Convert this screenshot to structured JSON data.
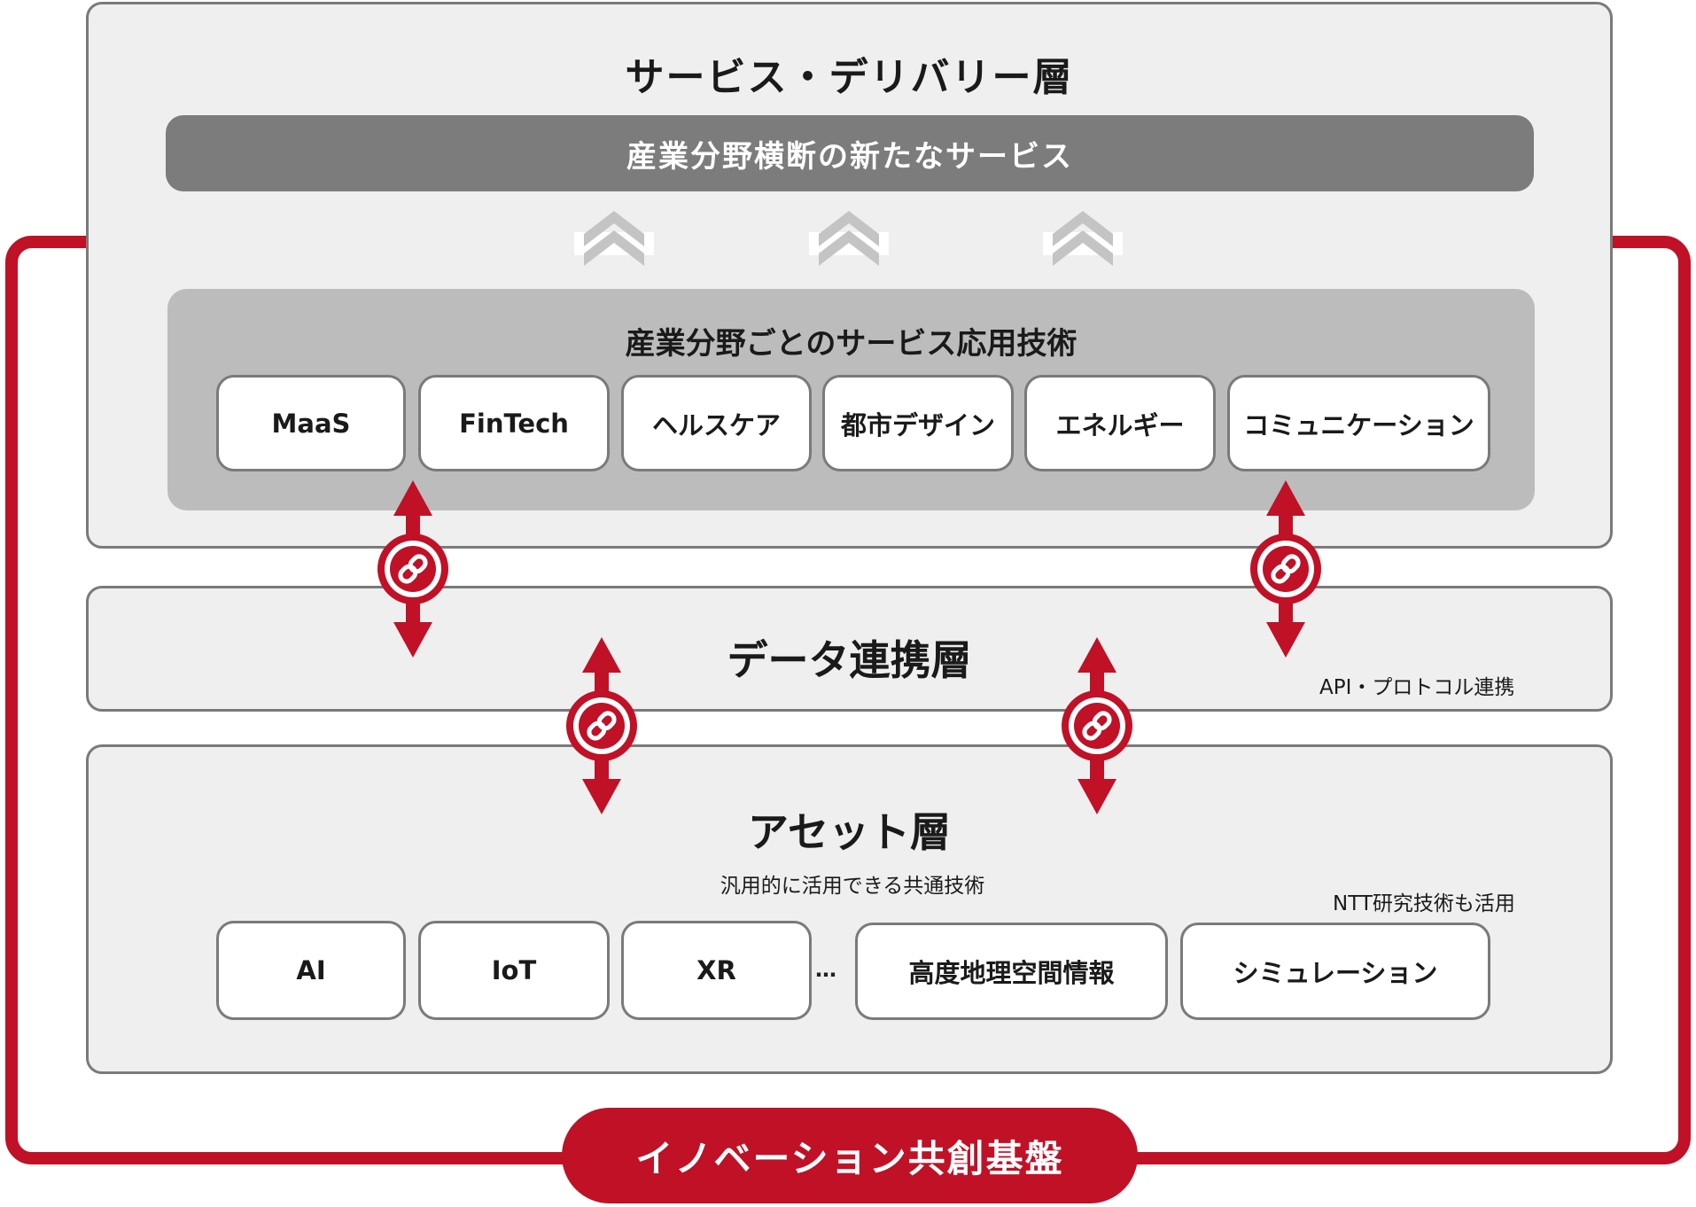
{
  "service_layer": {
    "title": "サービス・デリバリー層",
    "new_services": "産業分野横断の新たなサービス",
    "applied_tech": {
      "title": "産業分野ごとのサービス応用技術",
      "items": [
        "MaaS",
        "FinTech",
        "ヘルスケア",
        "都市デザイン",
        "エネルギー",
        "コミュニケーション"
      ]
    }
  },
  "data_layer": {
    "title": "データ連携層",
    "note": "API・プロトコル連携"
  },
  "asset_layer": {
    "title": "アセット層",
    "subtitle": "汎用的に活用できる共通技術",
    "note": "NTT研究技術も活用",
    "items": [
      "AI",
      "IoT",
      "XR",
      "…",
      "高度地理空間情報",
      "シミュレーション"
    ]
  },
  "platform": {
    "label": "イノベーション共創基盤"
  },
  "colors": {
    "accent_red": "#c01126",
    "dark_gray_bar": "#7c7c7c",
    "panel_gray": "#bcbcbd",
    "layer_bg": "#efeff0",
    "chevron_gray": "#c4c4c4"
  },
  "icons": {
    "link": "chain-link-icon",
    "arrow": "double-headed-arrow",
    "upward": "double-chevron-up-icon"
  }
}
